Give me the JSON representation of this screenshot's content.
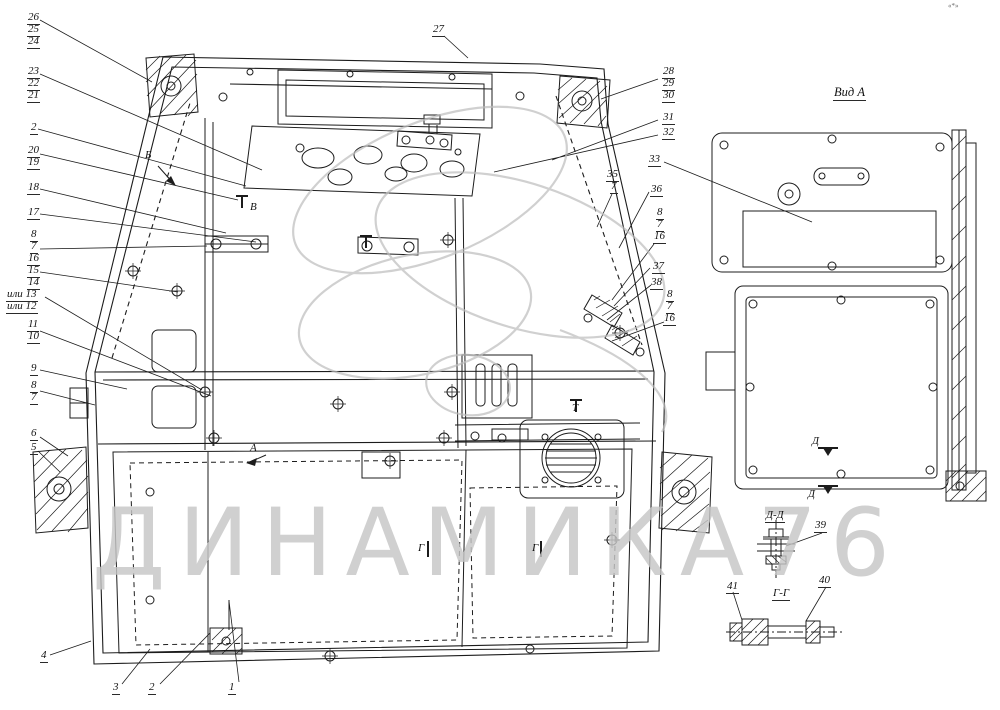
{
  "watermark": {
    "text": "ДИНАМИКА76",
    "color": "#c6c6c6"
  },
  "corner_mark": "«*»",
  "titles": {
    "view_a": "Вид А",
    "section_dd": "Д-Д",
    "section_gg": "Г-Г"
  },
  "section_letters": {
    "b": "Б",
    "v": "В",
    "a": "А",
    "g": "Г",
    "t": "Т",
    "d": "Д"
  },
  "callouts": [
    "26",
    "25",
    "24",
    "23",
    "22",
    "21",
    "2",
    "20",
    "19",
    "18",
    "17",
    "8",
    "7",
    "16",
    "15",
    "14",
    "или 13",
    "или 12",
    "11",
    "10",
    "9",
    "8",
    "7",
    "6",
    "5",
    "4",
    "3",
    "2",
    "1",
    "27",
    "28",
    "29",
    "30",
    "31",
    "32",
    "33",
    "35",
    "7",
    "36",
    "8",
    "7",
    "16",
    "37",
    "38",
    "8",
    "7",
    "16",
    "39",
    "41",
    "40"
  ]
}
